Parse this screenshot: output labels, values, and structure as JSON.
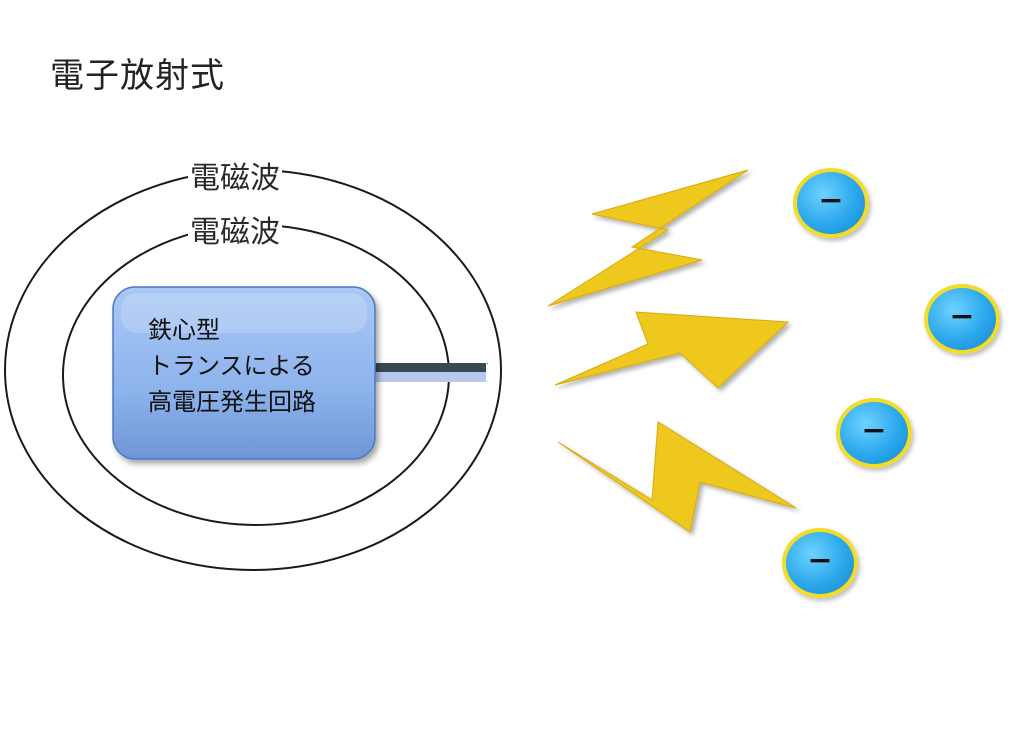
{
  "title": "電子放射式",
  "waves": {
    "outer_label": "電磁波",
    "inner_label": "電磁波"
  },
  "circuit": {
    "lines": [
      "鉄心型",
      "トランスによる",
      "高電圧発生回路"
    ]
  },
  "electrons": [
    {
      "symbol": "−"
    },
    {
      "symbol": "−"
    },
    {
      "symbol": "−"
    },
    {
      "symbol": "−"
    }
  ],
  "colors": {
    "box_fill": "#8eb4ee",
    "bolt_fill": "#eec81f",
    "electron_fill": "#2aa7ec",
    "electron_ring": "#f2dc2a",
    "ellipse_stroke": "#1a1a1a"
  }
}
